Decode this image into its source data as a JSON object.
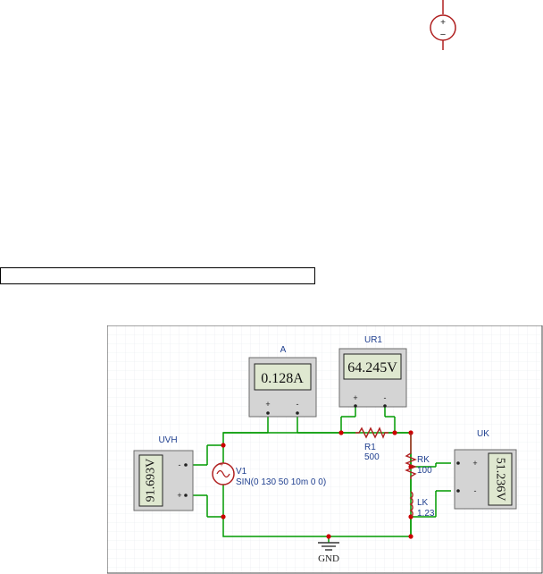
{
  "schematic": {
    "ammeter": {
      "name": "A",
      "reading": "0.128A",
      "plus": "+",
      "minus": "-"
    },
    "voltmeter_r1": {
      "name": "UR1",
      "reading": "64.245V",
      "plus": "+",
      "minus": "-"
    },
    "voltmeter_source": {
      "name": "UVH",
      "reading": "91.693V",
      "plus": "+",
      "minus": "-"
    },
    "voltmeter_coil": {
      "name": "UK",
      "reading": "51.236V",
      "plus": "+",
      "minus": "-"
    },
    "source": {
      "name": "V1",
      "params": "SIN(0 130 50 10m 0 0)"
    },
    "resistor_r1": {
      "name": "R1",
      "value": "500"
    },
    "resistor_rk": {
      "name": "RK",
      "value": "100"
    },
    "inductor_lk": {
      "name": "LK",
      "value": "1.23"
    },
    "ground": {
      "label": "GND"
    }
  },
  "top_source": {
    "plus": "+",
    "minus": "−"
  },
  "colors": {
    "wire": "#009a00",
    "component": "#b02020",
    "label": "#1f3f8f",
    "instrument_body": "#d4d4d4",
    "lcd_background": "#dfe8d0"
  }
}
